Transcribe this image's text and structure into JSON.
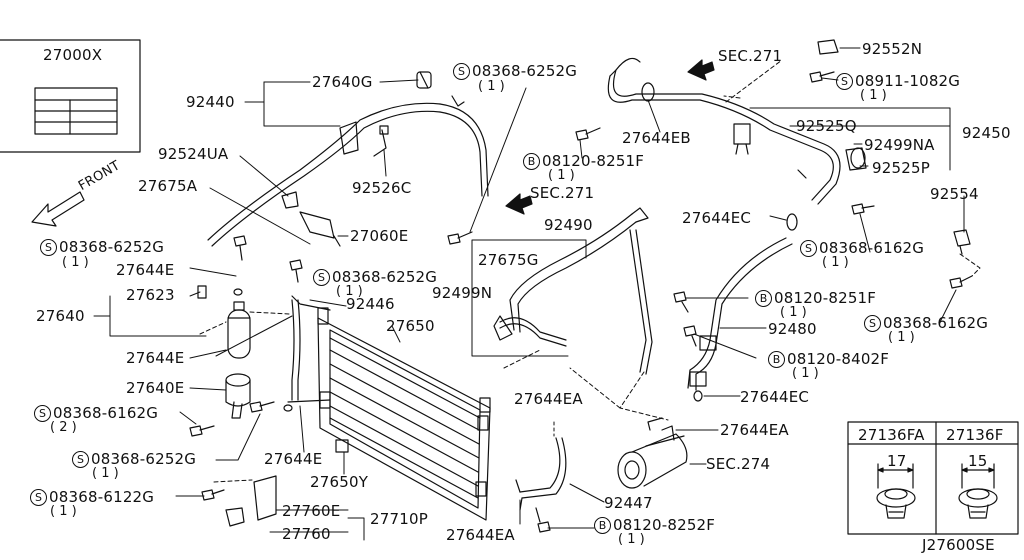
{
  "corner_box": {
    "part_no": "27000X"
  },
  "legend_box": {
    "col1_part": "27136FA",
    "col1_dim": "17",
    "col2_part": "27136F",
    "col2_dim": "15"
  },
  "diagram_code": "J27600SE",
  "front_label": "FRONT",
  "symbols": {
    "screw": "S",
    "bolt": "B"
  },
  "labels": {
    "l27640g": "27640G",
    "l92440": "92440",
    "s08368_6252g_a": "08368-6252G",
    "q1_a": "( 1 )",
    "sec271_a": "SEC.271",
    "l92552n": "92552N",
    "s08911_1082g": "08911-1082G",
    "q1_b": "( 1 )",
    "l92525q": "92525Q",
    "l92450": "92450",
    "l27644eb": "27644EB",
    "l92499na": "92499NA",
    "l92524ua": "92524UA",
    "l92526c": "92526C",
    "b08120_8251f_a": "08120-8251F",
    "q1_c": "( 1 )",
    "l92525p": "92525P",
    "sec271_b": "SEC.271",
    "l27675a": "27675A",
    "l92554": "92554",
    "l27060e": "27060E",
    "l27644ec_a": "27644EC",
    "l92490": "92490",
    "s08368_6252g_b": "08368-6252G",
    "q1_d": "( 1 )",
    "s08368_6162g_a": "08368-6162G",
    "q1_e": "( 1 )",
    "l27675g": "27675G",
    "l27644e_a": "27644E",
    "s08368_6252g_c": "08368-6252G",
    "q1_f": "( 1 )",
    "l92499n": "92499N",
    "l27623": "27623",
    "b08120_8251f_b": "08120-8251F",
    "q1_g": "( 1 )",
    "l92446": "92446",
    "s08368_6162g_b": "08368-6162G",
    "q1_h": "( 1 )",
    "l27640": "27640",
    "l27650": "27650",
    "l92480": "92480",
    "l27644e_b": "27644E",
    "b08120_8402f": "08120-8402F",
    "q1_i": "( 1 )",
    "l27640e": "27640E",
    "l27644ec_b": "27644EC",
    "l27644ea_a": "27644EA",
    "s08368_6162g_c": "08368-6162G",
    "q2": "( 2 )",
    "l27644ea_b": "27644EA",
    "s08368_6252g_d": "08368-6252G",
    "q1_j": "( 1 )",
    "l27644e_c": "27644E",
    "sec274": "SEC.274",
    "l27650y": "27650Y",
    "s08368_6122g": "08368-6122G",
    "q1_k": "( 1 )",
    "l92447": "92447",
    "l27760e": "27760E",
    "l27710p": "27710P",
    "l27760": "27760",
    "l27644ea_c": "27644EA",
    "b08120_8252f": "08120-8252F",
    "q1_l": "( 1 )"
  }
}
